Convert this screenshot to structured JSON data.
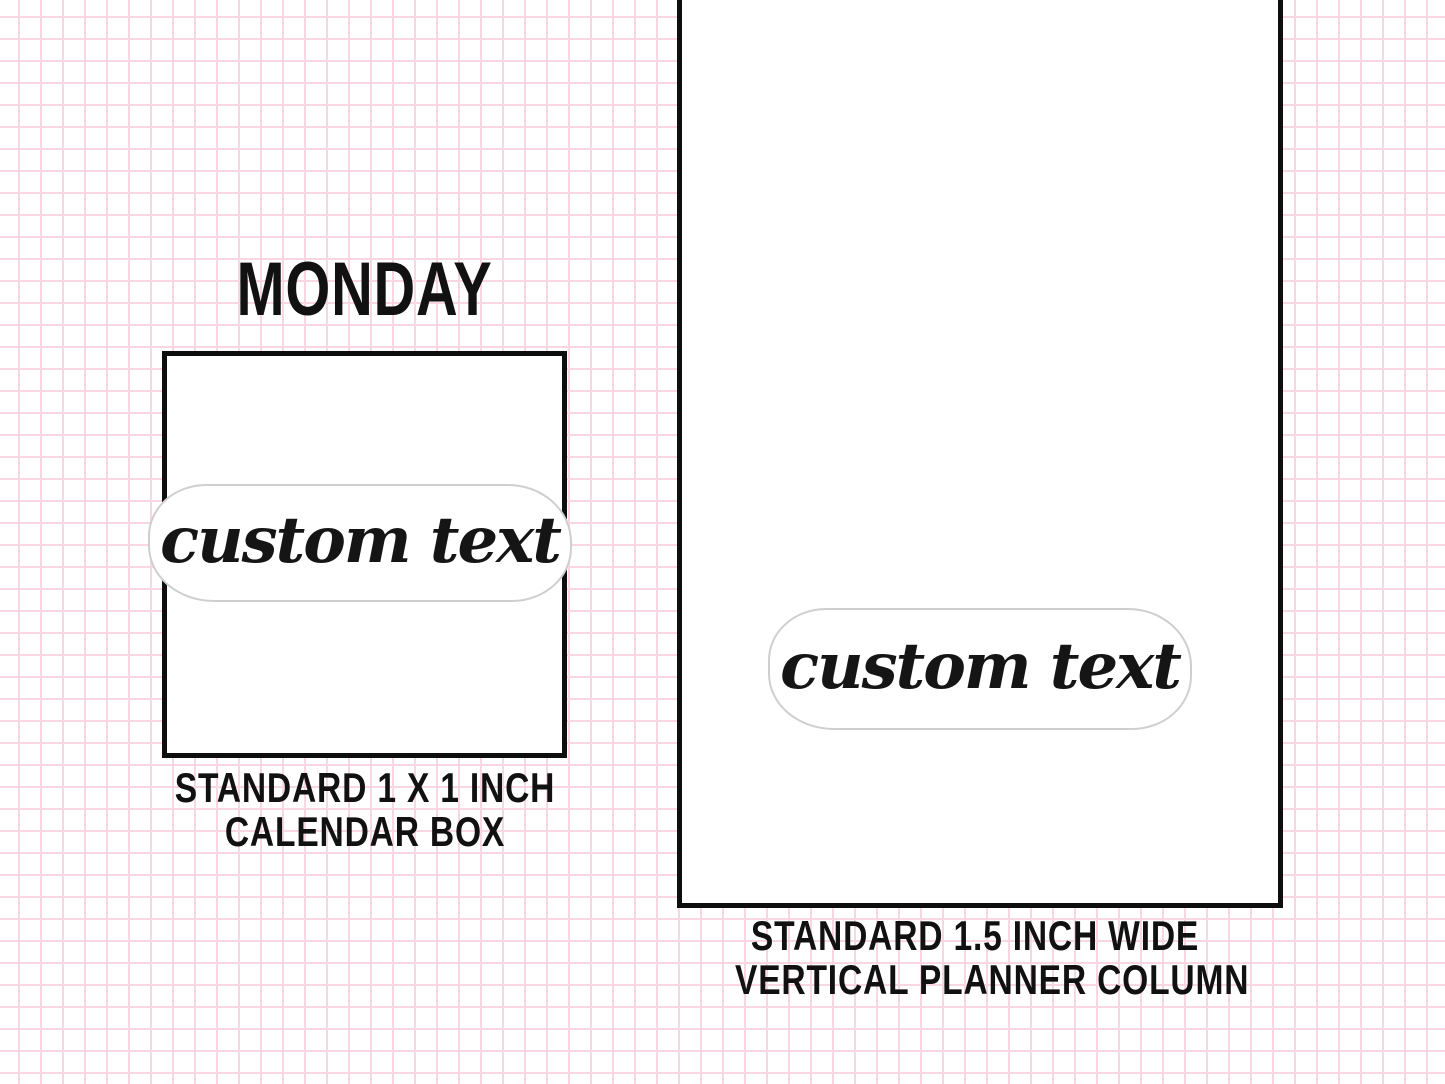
{
  "page": {
    "description": "Planner sticker size mockup on pink grid paper",
    "colors": {
      "background": "#ffffff",
      "grid_line": "#f8d7e2",
      "box_border": "#0e0e0e",
      "sticker_outline": "#cfcfcf",
      "text": "#111111"
    }
  },
  "left_panel": {
    "day_label": "MONDAY",
    "sticker_text": "custom text",
    "caption_line1": "STANDARD 1 X 1 INCH",
    "caption_line2": "CALENDAR BOX"
  },
  "right_panel": {
    "sticker_text": "custom text",
    "caption_line1": "STANDARD 1.5 INCH WIDE",
    "caption_line2": "VERTICAL PLANNER COLUMN"
  }
}
